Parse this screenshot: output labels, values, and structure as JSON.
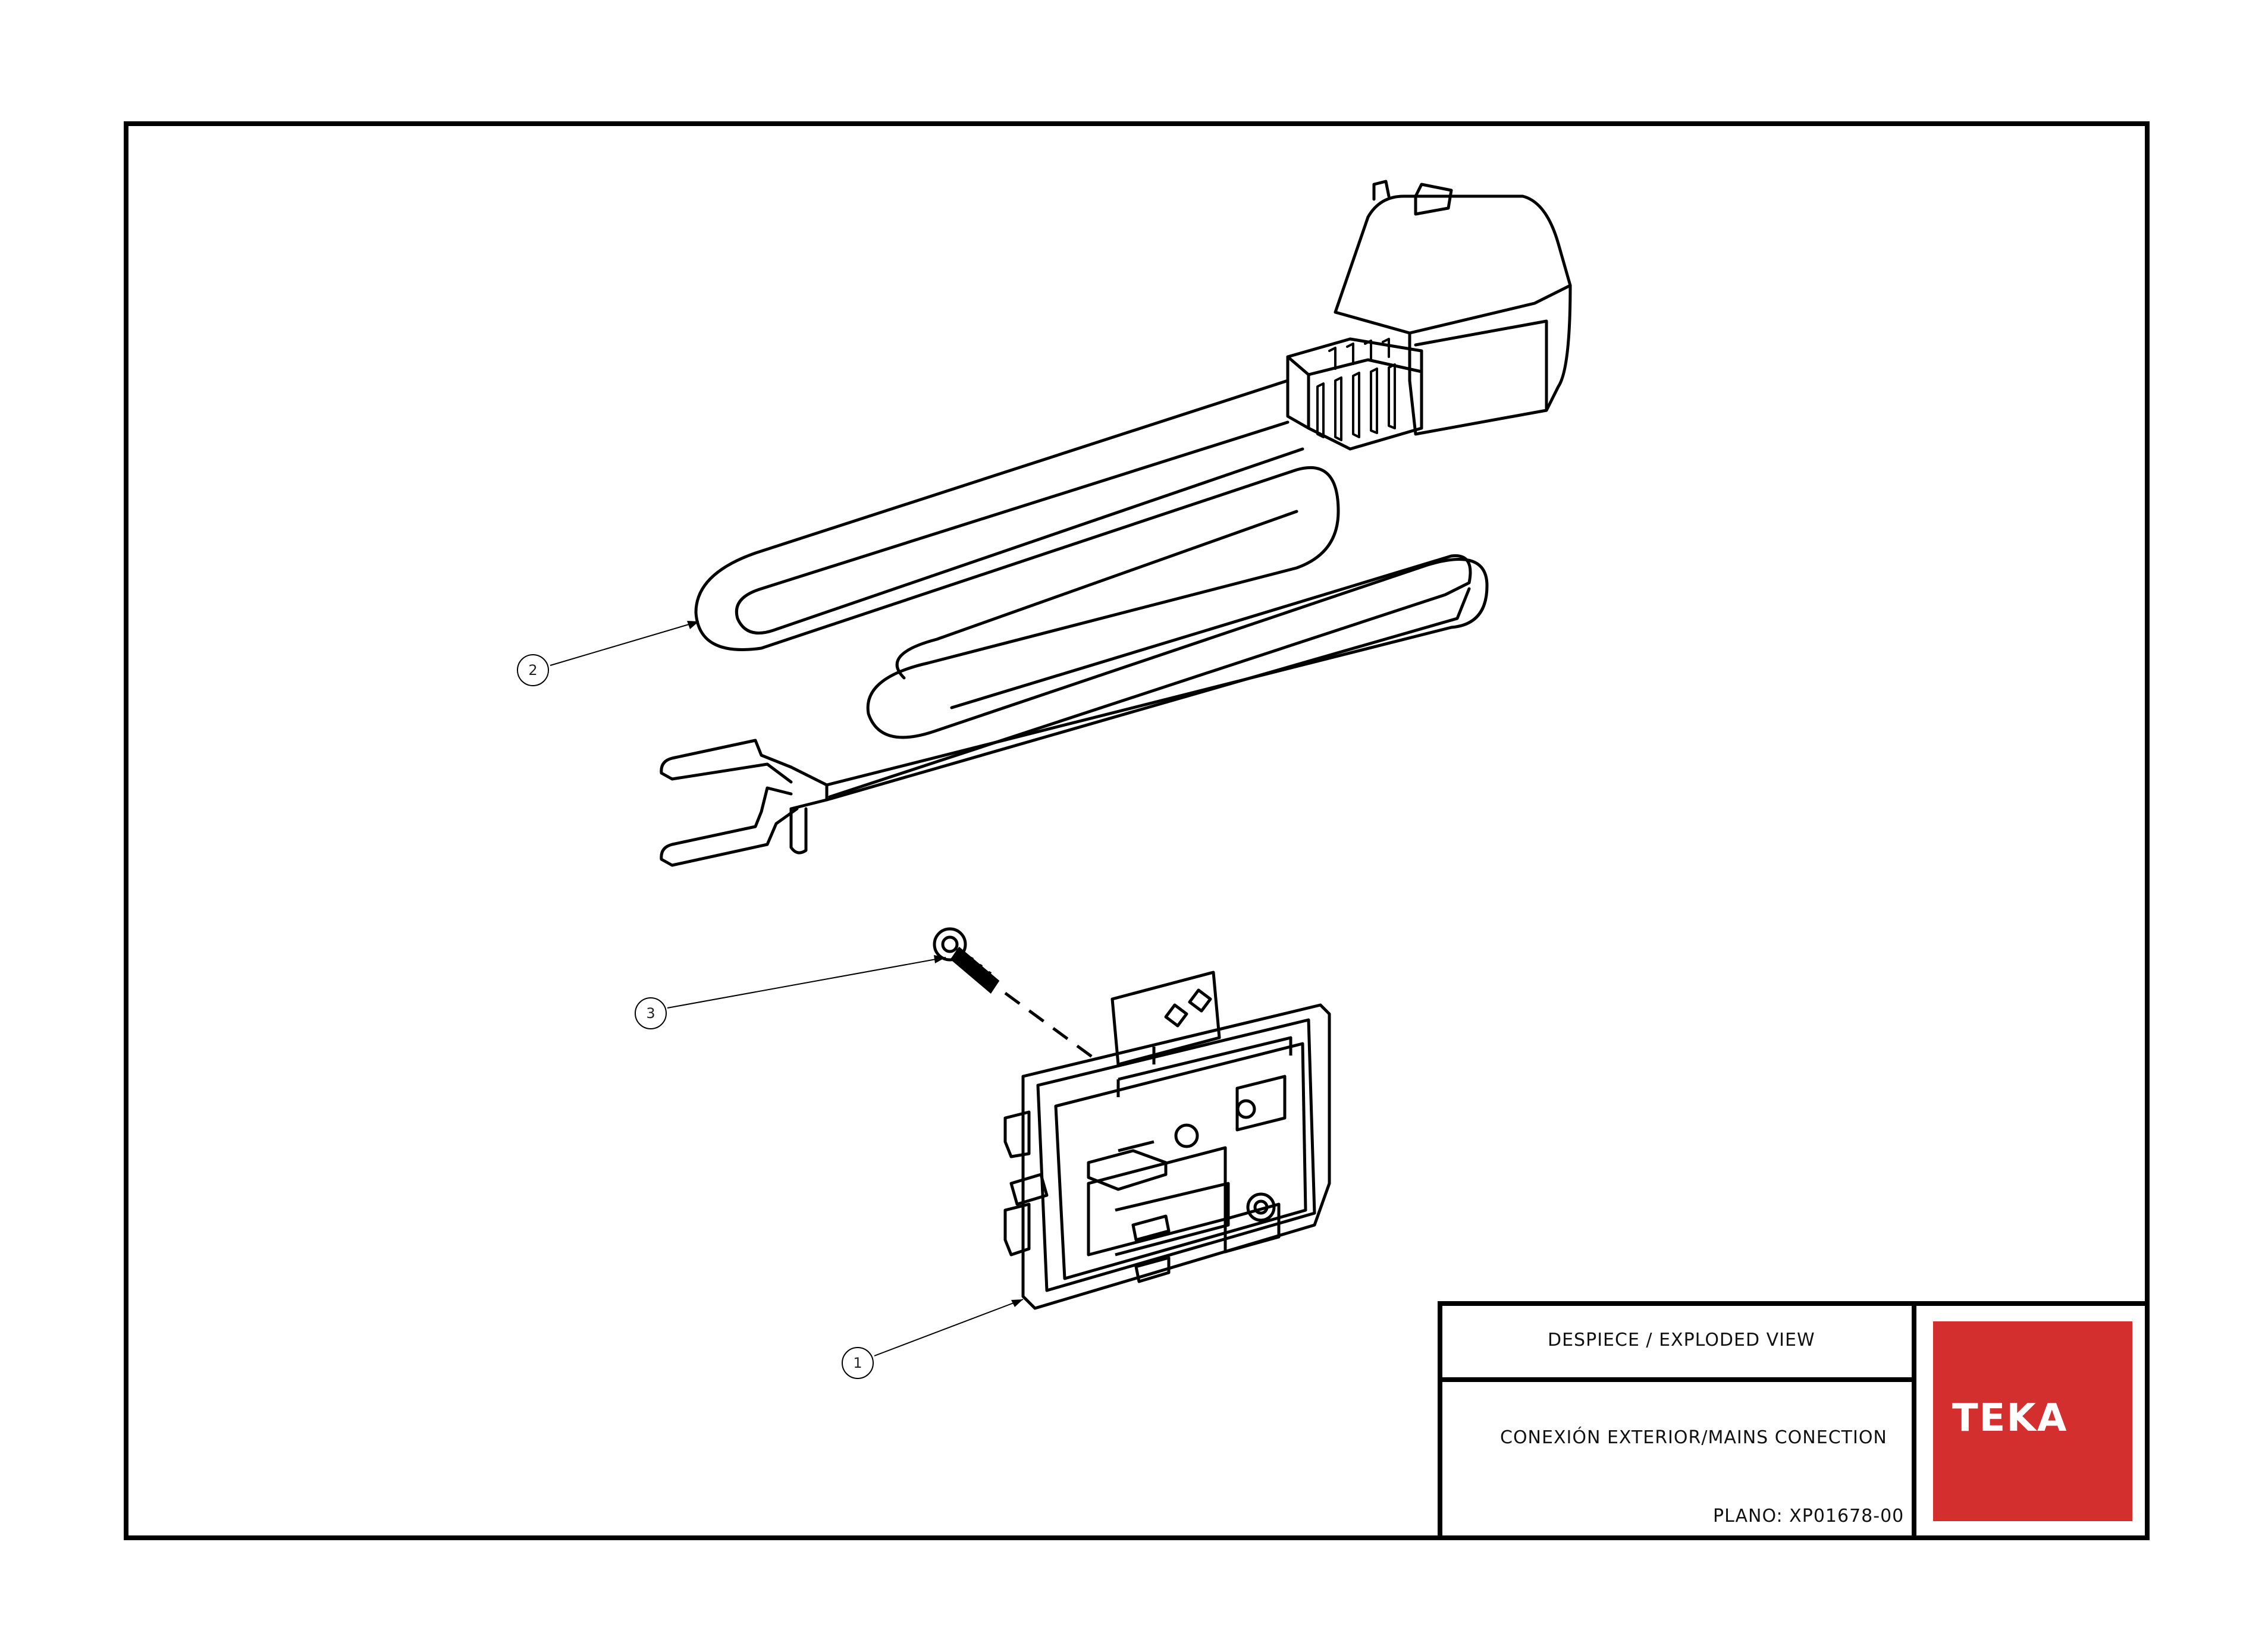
{
  "title_block": {
    "view_title": "DESPIECE / EXPLODED VIEW",
    "part_description": "CONEXIÓN EXTERIOR/MAINS CONECTION",
    "drawing_number": "PLANO: XP01678-00"
  },
  "logo": {
    "text": "TEKA",
    "color": "#d32f2f"
  },
  "callouts": [
    {
      "number": "1",
      "part": "terminal block with bracket"
    },
    {
      "number": "2",
      "part": "mains cable with plug"
    },
    {
      "number": "3",
      "part": "screw"
    }
  ]
}
